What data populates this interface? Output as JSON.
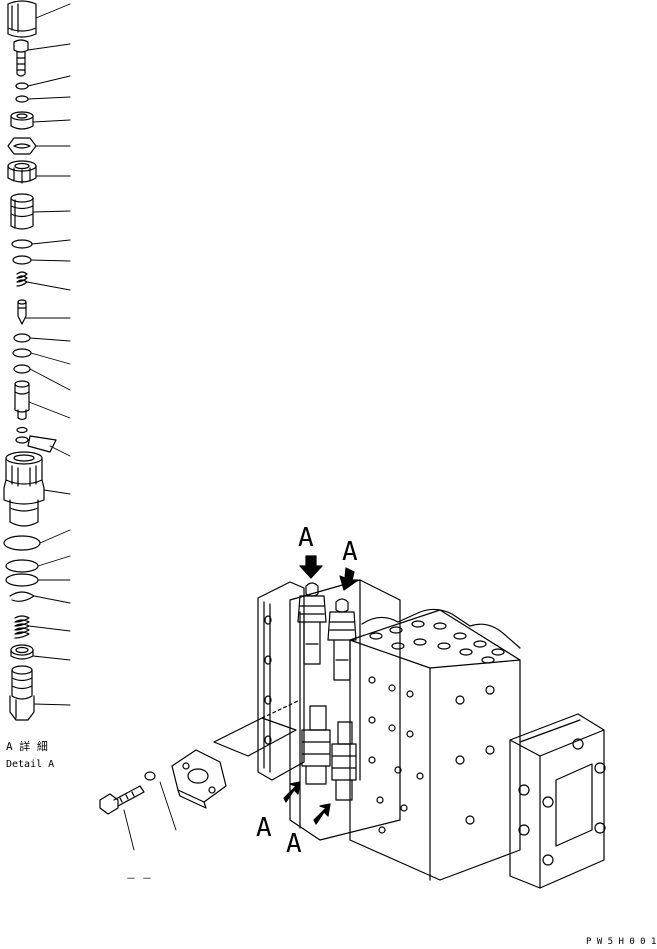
{
  "detail_label": {
    "jp": "A 詳 細",
    "en": "Detail A"
  },
  "view_arrow_labels": [
    "A",
    "A",
    "A",
    "A"
  ],
  "bolt_callout_text": "－ －",
  "drawing_code": "P W 5 H 0 0 1",
  "line_color": "#000000",
  "background_color": "#ffffff",
  "exploded_part_count": 25
}
